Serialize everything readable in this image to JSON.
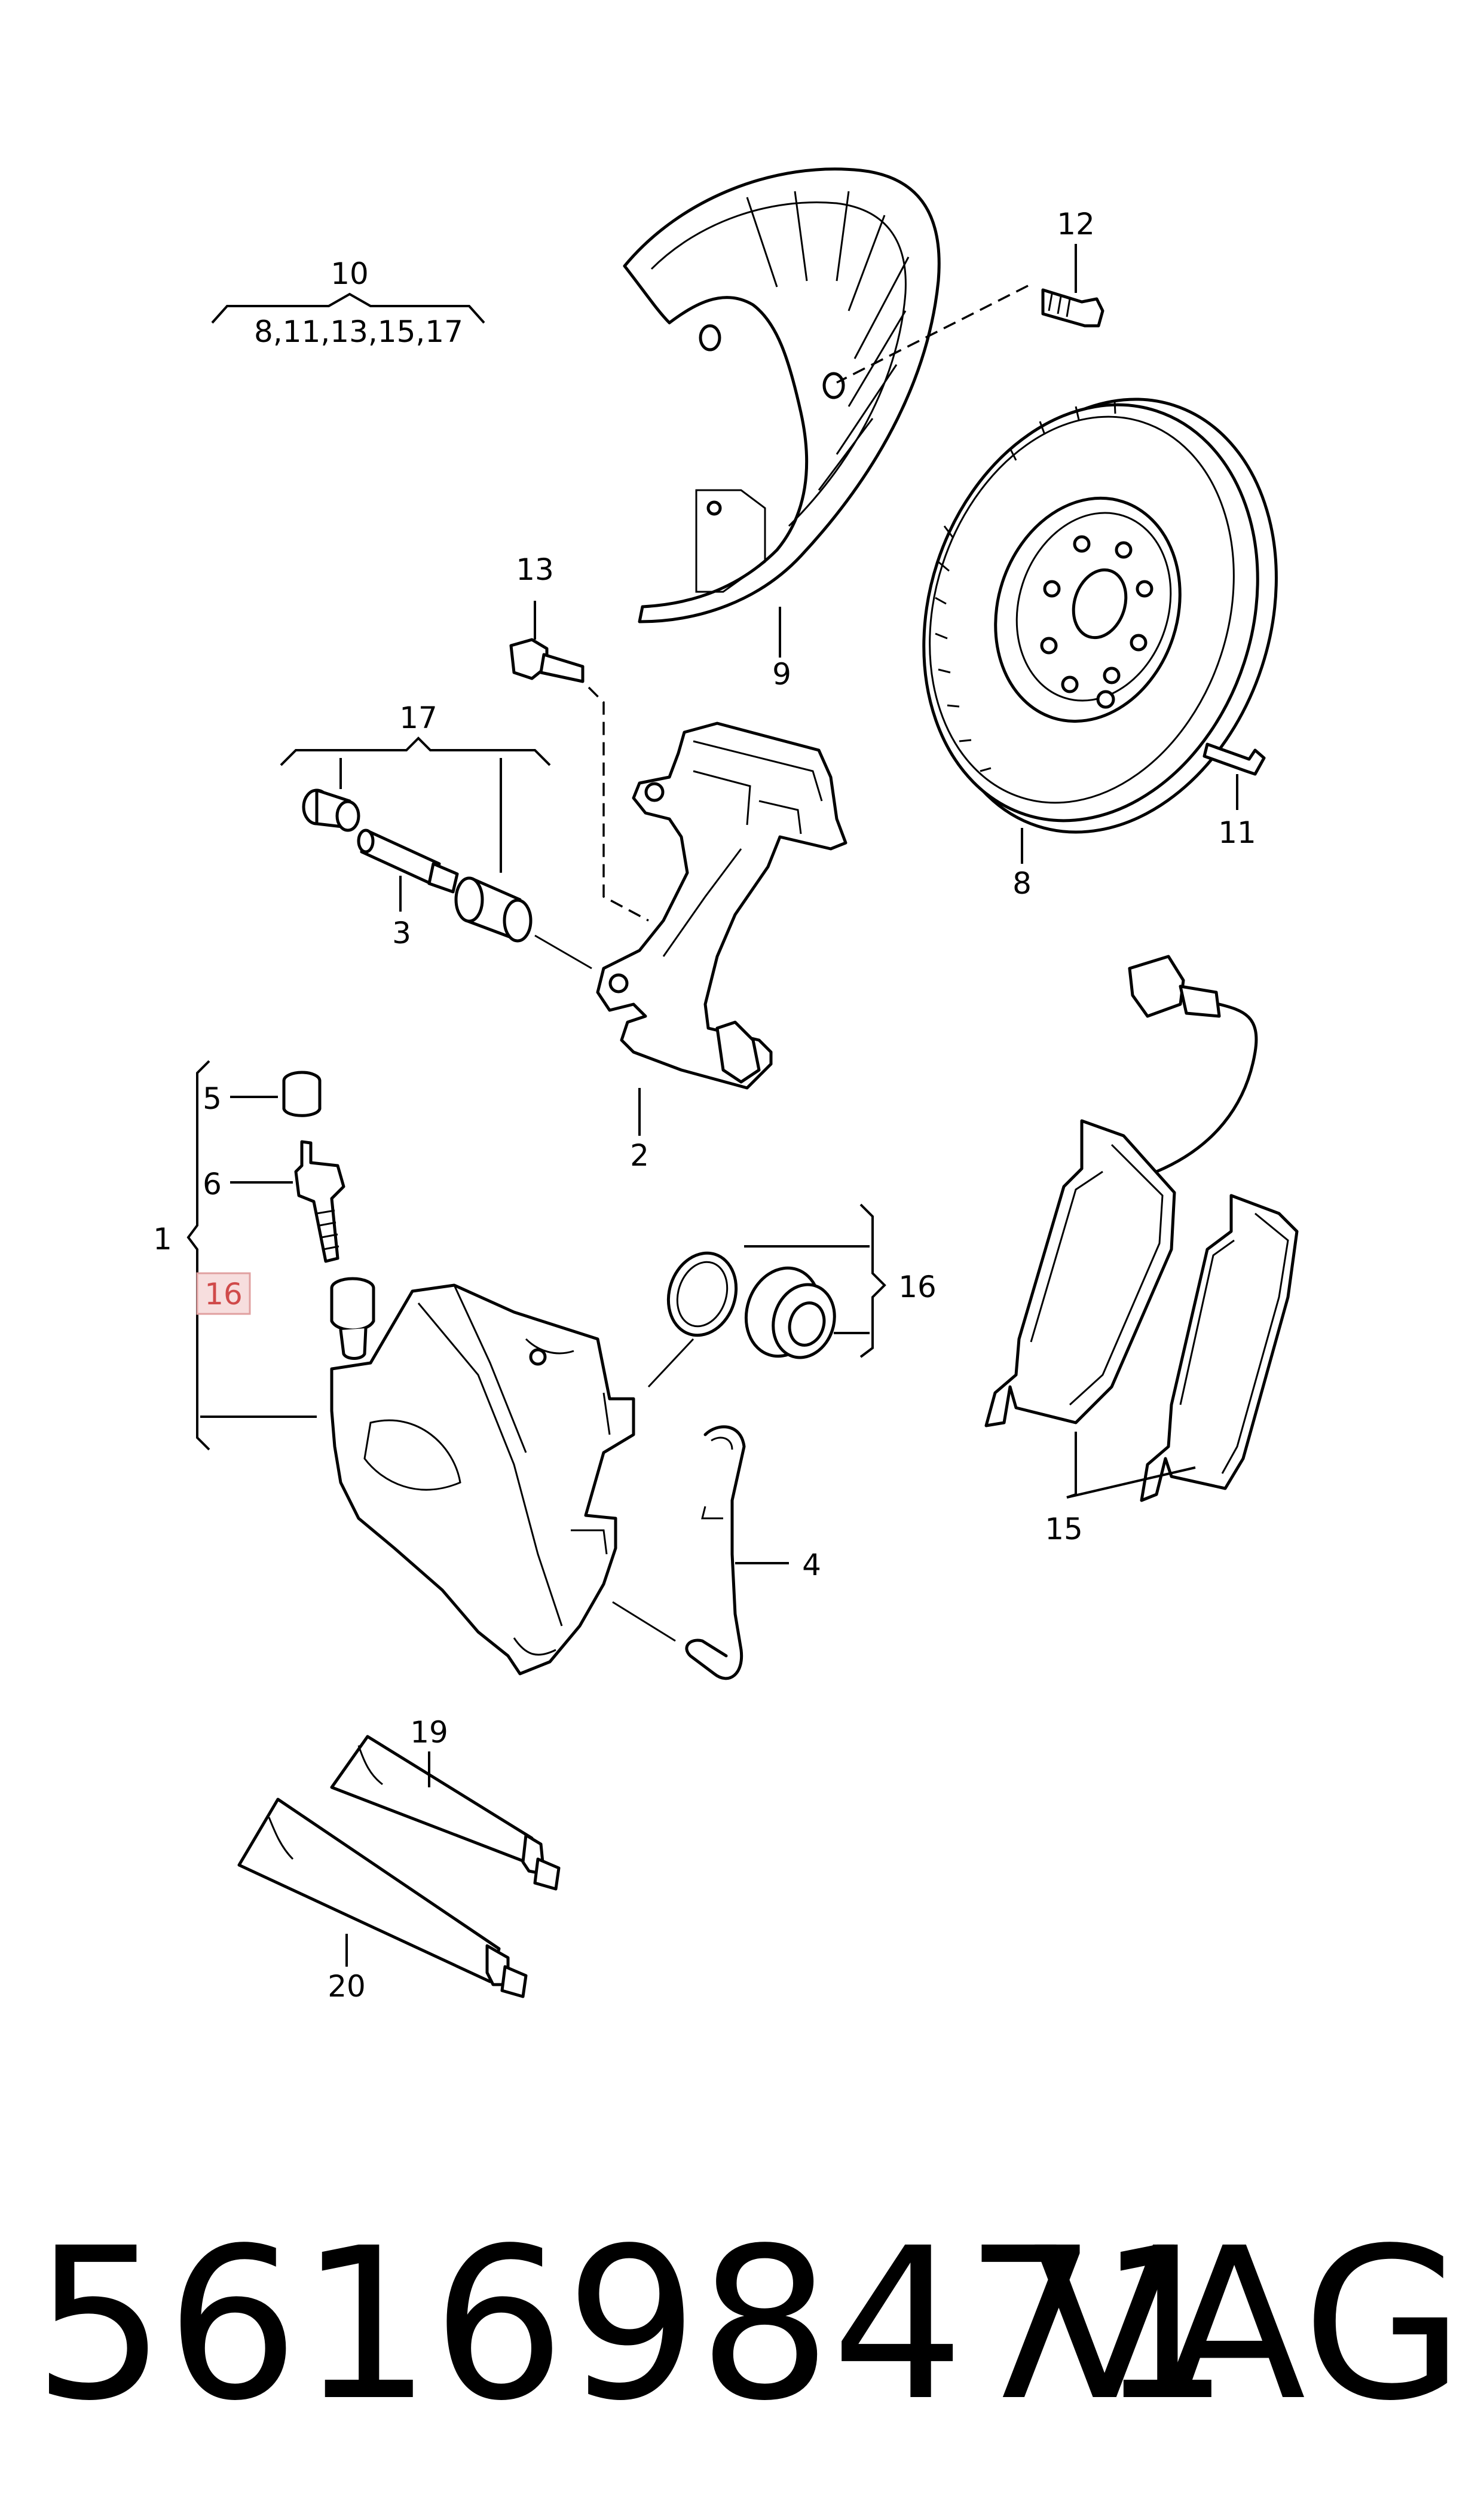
{
  "labels": {
    "l1": "1",
    "l2": "2",
    "l3": "3",
    "l4": "4",
    "l5": "5",
    "l6": "6",
    "l8": "8",
    "l9": "9",
    "l10": "10",
    "l10sub": "8,11,13,15,17",
    "l11": "11",
    "l12": "12",
    "l13": "13",
    "l15": "15",
    "l16": "16",
    "l16box": "16",
    "l17": "17",
    "l19": "19",
    "l20": "20"
  },
  "footer": {
    "part_number": "561698471",
    "brand": "VAG"
  },
  "colors": {
    "highlight_box": "#f7dede",
    "highlight_text": "#d04a4a"
  }
}
